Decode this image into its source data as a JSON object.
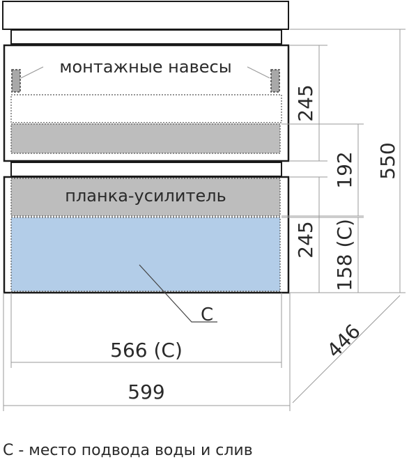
{
  "labels": {
    "mount_hangers": "монтажные навесы",
    "stiffener_bar": "планка-усилитель",
    "c_marker": "С"
  },
  "dimensions": {
    "top_drawer_height": "245",
    "middle_height": "192",
    "total_height": "550",
    "bottom_drawer_height": "245",
    "cutout_height": "158 (С)",
    "cutout_width": "566 (С)",
    "total_width": "599",
    "depth": "446"
  },
  "legend": "С - место подвода воды и слив",
  "colors": {
    "outline": "#1a1a1a",
    "dimension_line": "#9a9a9a",
    "gray_zone": "#bdbdbd",
    "blue_zone": "#b3cde8",
    "hanger": "#a8a8a8",
    "text": "#2a2a2a"
  }
}
